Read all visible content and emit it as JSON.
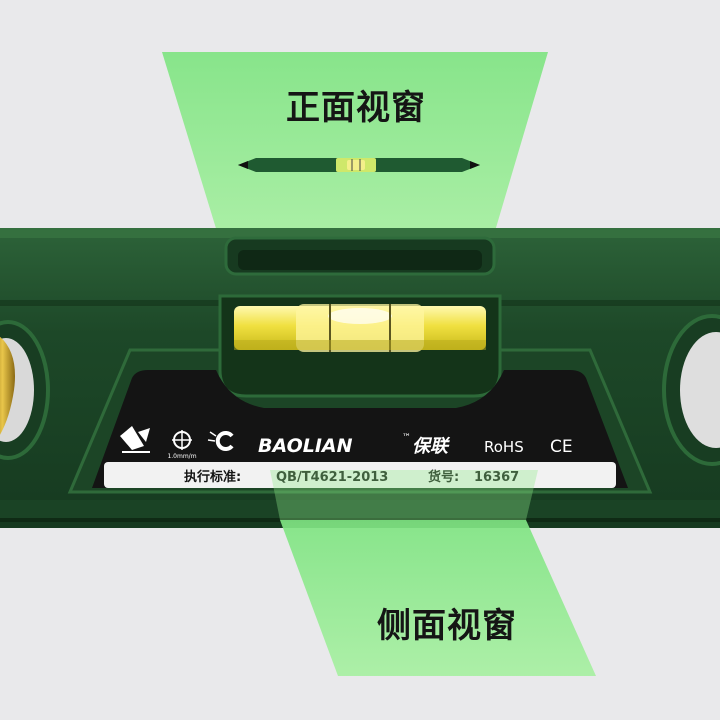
{
  "labels": {
    "front_window": "正面视窗",
    "side_window": "侧面视窗"
  },
  "brand": {
    "name": "BAOLIAN",
    "trademark": "™",
    "chinese_name": "保联"
  },
  "plate": {
    "certifications": [
      "RoHS",
      "CE"
    ],
    "accuracy": "1.0mm/m",
    "standard_label": "执行标准:",
    "standard_value": "QB/T4621-2013",
    "item_no_label": "货号:",
    "item_no_value": "16367"
  },
  "icons": [
    "drop-resistant-icon",
    "accuracy-icon",
    "magnet-icon"
  ],
  "colors": {
    "body_green": "#1f4a2b",
    "beam_green": "#8eea8a",
    "vial_yellow": "#f2e64a",
    "plate_black": "#141414",
    "background": "#e9e9eb"
  }
}
